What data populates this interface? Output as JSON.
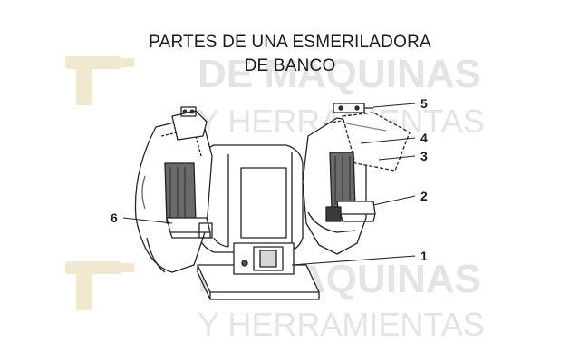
{
  "title": {
    "line1": "PARTES DE UNA ESMERILADORA",
    "line2": "DE BANCO"
  },
  "watermark": {
    "line1": "DE MAQUINAS",
    "line2": "Y HERRAMIENTAS",
    "color": "#e4e4e4",
    "logo_color": "#f1e9cf"
  },
  "callouts": [
    "1",
    "2",
    "3",
    "4",
    "5",
    "6"
  ]
}
